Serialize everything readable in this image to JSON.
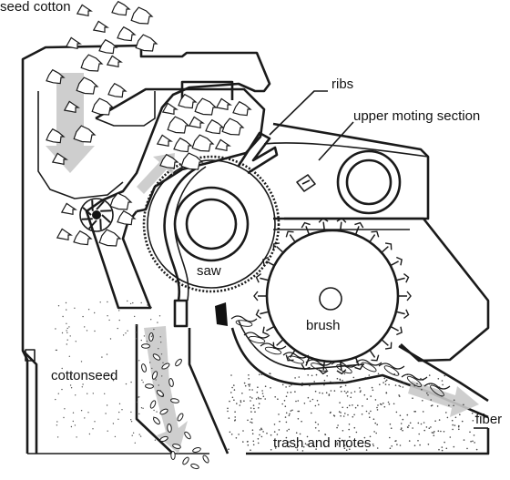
{
  "labels": {
    "seed_cotton": "seed cotton",
    "ribs": "ribs",
    "upper_moting_section": "upper moting section",
    "saw": "saw",
    "brush": "brush",
    "cottonseed": "cottonseed",
    "fiber": "fiber",
    "trash_and_motes": "trash and motes"
  },
  "colors": {
    "line": "#1a1a1a",
    "flow_arrow": "#c9c9c9",
    "background": "#ffffff"
  }
}
